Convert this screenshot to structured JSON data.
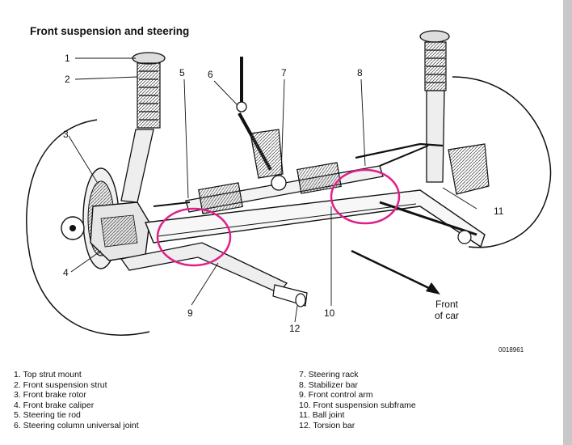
{
  "title": "Front suspension and steering",
  "callouts": [
    "1",
    "2",
    "3",
    "4",
    "5",
    "6",
    "7",
    "8",
    "9",
    "10",
    "11",
    "12"
  ],
  "direction_label": [
    "Front",
    "of car"
  ],
  "figure_code": "0018961",
  "legend_left": [
    "1.  Top strut mount",
    "2.  Front suspension strut",
    "3.  Front brake rotor",
    "4.  Front brake caliper",
    "5.  Steering tie rod",
    "6.  Steering column universal joint"
  ],
  "legend_right": [
    "7.  Steering rack",
    "8.  Stabilizer bar",
    "9.  Front control arm",
    "10. Front suspension subframe",
    "11. Ball joint",
    "12. Torsion bar"
  ],
  "highlight_color": "#e0208a"
}
